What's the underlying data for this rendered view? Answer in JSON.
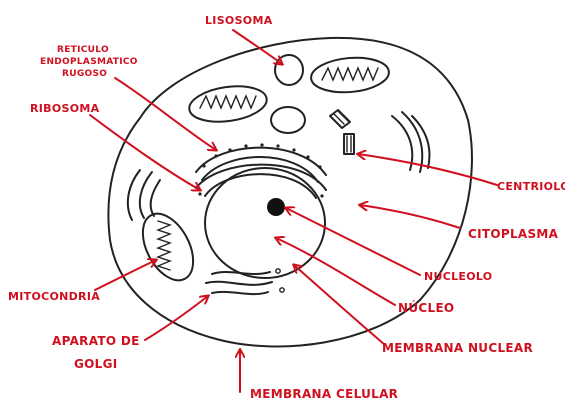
{
  "labels": {
    "lisosoma": "LISOSOMA",
    "reticulo_line1": "RETICULO",
    "reticulo_line2": "ENDOPLASMATICO",
    "reticulo_line3": "RUGOSO",
    "ribosoma": "RIBOSOMA",
    "centriolo": "CENTRIOLO",
    "citoplasma": "CITOPLASMA",
    "nucleolo": "NUCLEOLO",
    "mitocondria": "MITOCONDRIA",
    "nucleo": "NÚCLEO",
    "aparato_line1": "APARATO DE",
    "aparato_line2": "GOLGI",
    "membrana_nuclear": "MEMBRANA NUCLEAR",
    "membrana_celular": "MEMBRANA CELULAR"
  },
  "colors": {
    "label_red": "#d0101f",
    "ink": "#222222"
  }
}
